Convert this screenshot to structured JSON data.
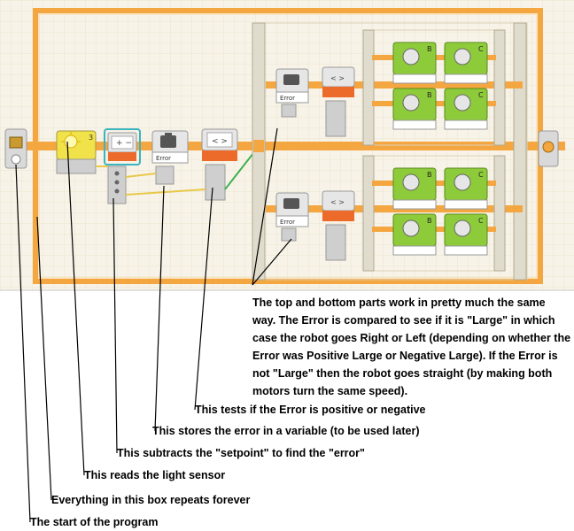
{
  "blocks": {
    "variable_label_top": "Error",
    "variable_label_mid": "Error",
    "variable_label_bottom": "Error",
    "light_sensor_port": "3",
    "motor_ports": [
      "B",
      "C",
      "B",
      "C",
      "B",
      "C",
      "B",
      "C"
    ]
  },
  "annotations": {
    "start": "The start of the program",
    "loop": "Everything in this box repeats forever",
    "sensor": "This reads the light sensor",
    "subtract": "This subtracts the \"setpoint\" to find the \"error\"",
    "store": "This stores the error in a variable (to be used later)",
    "compare": "This tests if the Error is positive or negative",
    "switch_paragraph": "The top and bottom parts work in pretty much the same way. The Error is compared to see if it is \"Large\" in which case the robot goes Right or Left (depending on whether the Error was Positive Large or Negative Large). If the Error is not \"Large\" then the robot goes straight (by making both motors turn the same speed)."
  },
  "colors": {
    "canvas_bg": "#f7f3e8",
    "grid": "#ece4cc",
    "beam": "#f4a640",
    "block_gray": "#cfcfcf",
    "orange": "#ec6a2a",
    "sensor_yellow": "#f2e24a",
    "motor_green": "#8ecb3a",
    "select_teal": "#3cb4c0"
  }
}
